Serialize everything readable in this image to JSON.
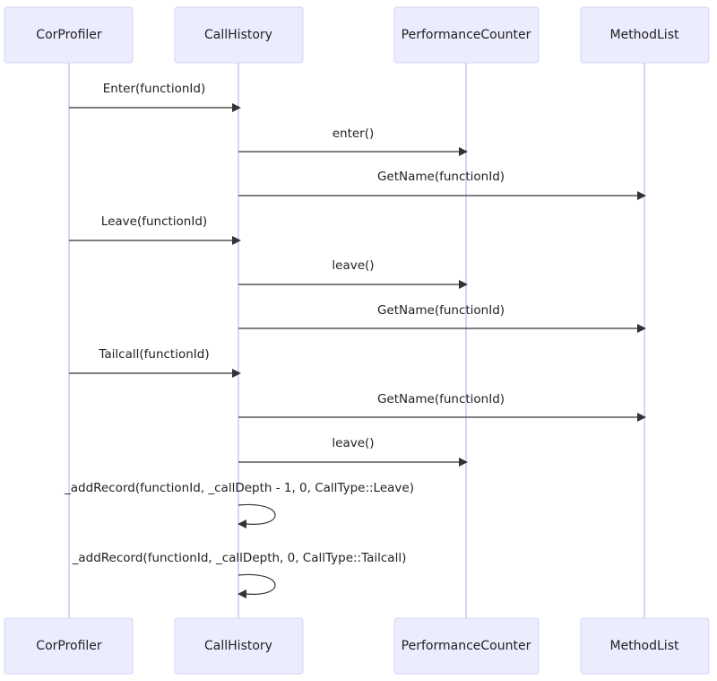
{
  "participants": [
    {
      "id": "p0",
      "label": "CorProfiler"
    },
    {
      "id": "p1",
      "label": "CallHistory"
    },
    {
      "id": "p2",
      "label": "PerformanceCounter"
    },
    {
      "id": "p3",
      "label": "MethodList"
    }
  ],
  "messages": [
    {
      "from": 0,
      "to": 1,
      "label": "Enter(functionId)"
    },
    {
      "from": 1,
      "to": 2,
      "label": "enter()"
    },
    {
      "from": 1,
      "to": 3,
      "label": "GetName(functionId)"
    },
    {
      "from": 0,
      "to": 1,
      "label": "Leave(functionId)"
    },
    {
      "from": 1,
      "to": 2,
      "label": "leave()"
    },
    {
      "from": 1,
      "to": 3,
      "label": "GetName(functionId)"
    },
    {
      "from": 0,
      "to": 1,
      "label": "Tailcall(functionId)"
    },
    {
      "from": 1,
      "to": 3,
      "label": "GetName(functionId)"
    },
    {
      "from": 1,
      "to": 2,
      "label": "leave()"
    },
    {
      "from": 1,
      "to": 1,
      "label": "_addRecord(functionId, _callDepth - 1, 0, CallType::Leave)"
    },
    {
      "from": 1,
      "to": 1,
      "label": "_addRecord(functionId, _callDepth, 0, CallType::Tailcall)"
    }
  ],
  "colors": {
    "actor_fill": "#ECECFF",
    "actor_border": "#D4D4F4",
    "lifeline": "#C9C9F0",
    "message_line": "#333333"
  }
}
